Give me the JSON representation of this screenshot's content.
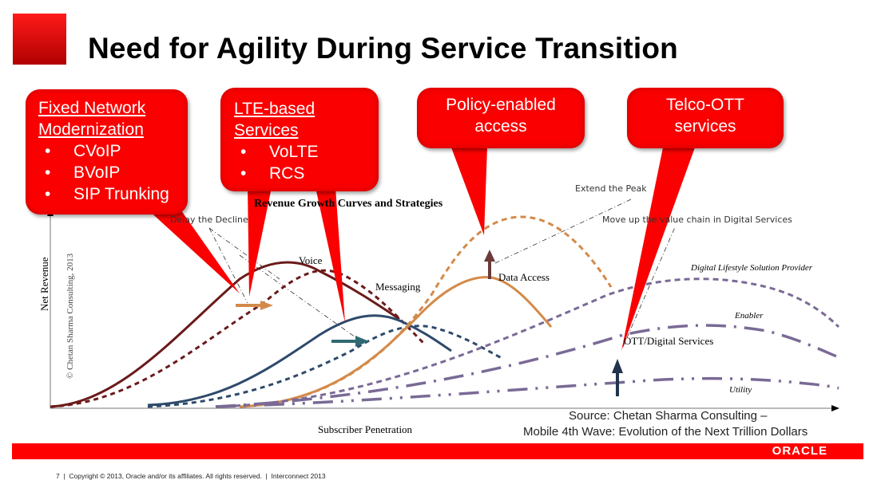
{
  "slide": {
    "title": "Need for Agility During Service Transition",
    "page_number": "7",
    "copyright": "Copyright © 2013, Oracle and/or its affiliates. All rights reserved.",
    "event": "Interconnect 2013",
    "separator": "|",
    "brand": "ORACLE",
    "brand_color": "#ff0000"
  },
  "callouts": [
    {
      "heading_1": "Fixed Network",
      "heading_2": "Modernization",
      "bullets": [
        "CVoIP",
        "BVoIP",
        "SIP Trunking"
      ]
    },
    {
      "heading_1": "LTE-based",
      "heading_2": "Services",
      "bullets": [
        "VoLTE",
        "RCS"
      ]
    },
    {
      "line_1": "Policy-enabled",
      "line_2": "access"
    },
    {
      "line_1": "Telco-OTT",
      "line_2": "services"
    }
  ],
  "chart": {
    "title": "Revenue Growth Curves and Strategies",
    "y_axis_label": "Net Revenue",
    "x_axis_label": "Subscriber Penetration",
    "watermark": "© Chetan Sharma Consulting, 2013",
    "annotations": {
      "delay_decline": "Delay the Decline",
      "extend_peak": "Extend the Peak",
      "move_up": "Move up the value chain in Digital Services",
      "voice": "Voice",
      "messaging": "Messaging",
      "data_access": "Data Access",
      "digital_lifestyle": "Digital Lifestyle Solution Provider",
      "enabler": "Enabler",
      "ott": "OTT/Digital Services",
      "utility": "Utility"
    },
    "colors": {
      "voice": "#6b1a1a",
      "messaging": "#2e4a6b",
      "data": "#d48a4a",
      "digital": "#7a6a96"
    }
  },
  "source": {
    "line_1": "Source: Chetan Sharma Consulting –",
    "line_2": "Mobile 4th Wave: Evolution of the Next Trillion Dollars"
  },
  "chart_data": {
    "type": "line",
    "title": "Revenue Growth Curves and Strategies",
    "xlabel": "Subscriber Penetration",
    "ylabel": "Net Revenue",
    "grid": false,
    "series": [
      {
        "name": "Voice",
        "style": "solid",
        "shape": "bell, early peak"
      },
      {
        "name": "Voice (delayed decline)",
        "style": "dashed"
      },
      {
        "name": "Messaging",
        "style": "solid",
        "shape": "bell, mid peak"
      },
      {
        "name": "Messaging (delayed)",
        "style": "dashed"
      },
      {
        "name": "Data Access",
        "style": "solid",
        "shape": "bell, later peak"
      },
      {
        "name": "Data Access (extended peak)",
        "style": "dashed"
      },
      {
        "name": "Digital Lifestyle Solution Provider",
        "style": "dotted"
      },
      {
        "name": "Enabler",
        "style": "dash-dot"
      },
      {
        "name": "Utility",
        "style": "dash-dot-dot"
      }
    ]
  }
}
